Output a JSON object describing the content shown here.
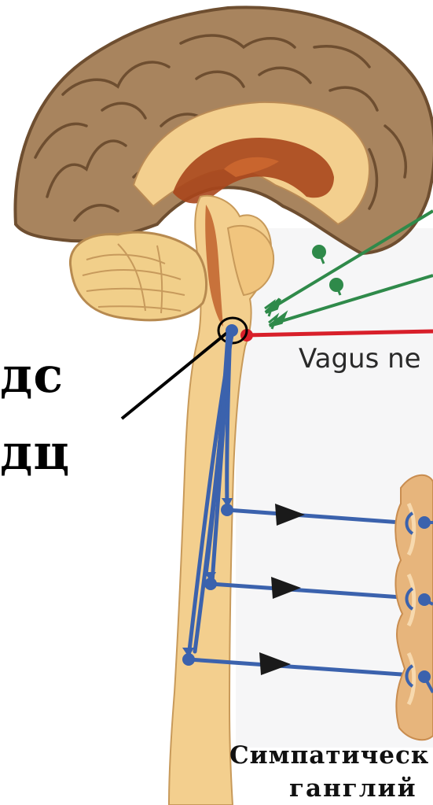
{
  "labels": {
    "dc_line1": "дс",
    "dc_line2": "дц",
    "vagus": "Vagus ne",
    "ganglion_line1": "Симпатическ",
    "ganglion_line2": "ганглий"
  },
  "colors": {
    "cortex": "#a8845e",
    "cortex_dark": "#6e4e30",
    "brainstem": "#f3cf8e",
    "inner_dark": "#a9461c",
    "cerebellum": "#f1cf8a",
    "green_nerve": "#2f8a4a",
    "red_nerve": "#d81f2a",
    "blue_neuron": "#3b62ad",
    "ganglion": "#e7b57c"
  }
}
